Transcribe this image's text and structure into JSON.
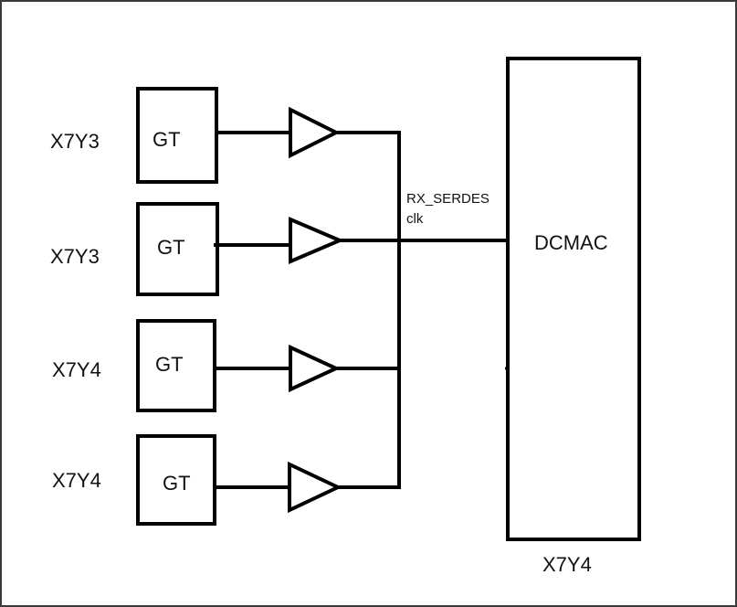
{
  "rows": [
    {
      "site": "X7Y3",
      "block": "GT"
    },
    {
      "site": "X7Y3",
      "block": "GT"
    },
    {
      "site": "X7Y4",
      "block": "GT"
    },
    {
      "site": "X7Y4",
      "block": "GT"
    }
  ],
  "signal": {
    "line1": "RX_SERDES",
    "line2": "clk"
  },
  "dcmac": {
    "label": "DCMAC",
    "site": "X7Y4"
  },
  "colors": {
    "stroke": "#000000",
    "background": "#ffffff",
    "frame": "#3a3a3a"
  }
}
